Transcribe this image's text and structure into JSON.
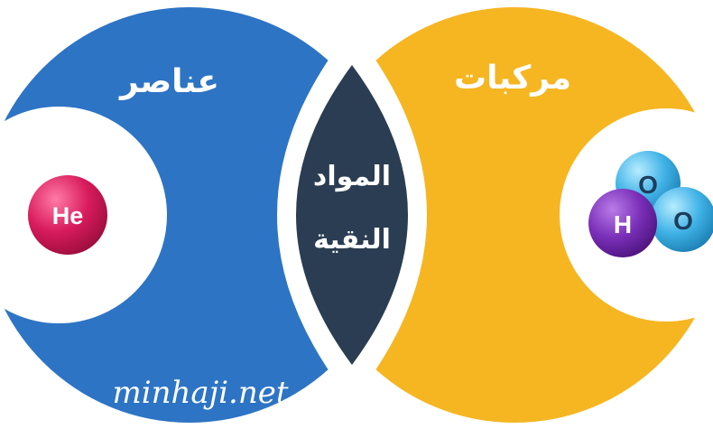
{
  "diagram": {
    "left_label": "عناصر",
    "right_label": "مركبات",
    "center_label_line1": "المواد",
    "center_label_line2": "النقية",
    "watermark": "minhaji.net",
    "element_symbol": "He",
    "compound_atoms": [
      "O",
      "H",
      "O"
    ]
  },
  "colors": {
    "left_circle": "#2d74c4",
    "right_circle": "#f5b622",
    "center_lens": "#2a3d52",
    "helium_atom": "#d81b5c",
    "hydrogen_atom": "#7a2fb8",
    "oxygen_atom": "#2fa4d8",
    "oxygen_text": "#1d3d5c"
  }
}
